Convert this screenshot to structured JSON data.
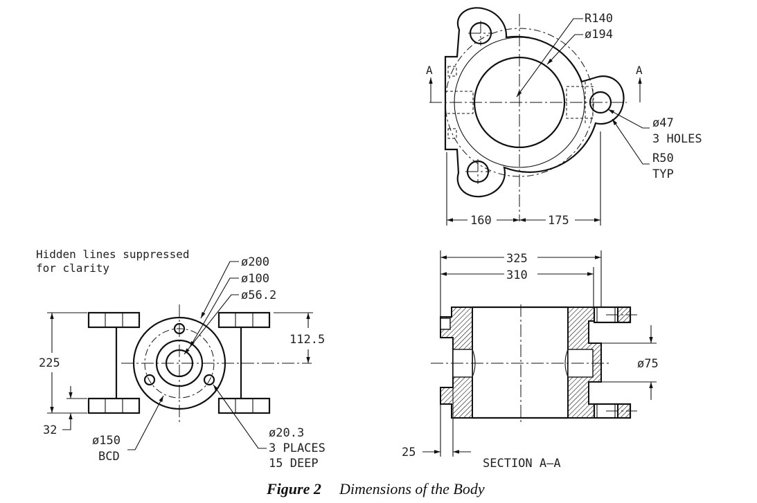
{
  "notes": {
    "hidden_lines_line1": "Hidden lines suppressed",
    "hidden_lines_line2": "for clarity"
  },
  "top_view": {
    "section_marker_left": "A",
    "section_marker_right": "A",
    "r140": "R140",
    "d194": "ø194",
    "d47_line1": "ø47",
    "d47_line2": "3 HOLES",
    "r50_line1": "R50",
    "r50_line2": "TYP",
    "dim_160": "160",
    "dim_175": "175"
  },
  "front_view": {
    "d200": "ø200",
    "d100": "ø100",
    "d56": "ø56.2",
    "dim_112_5": "112.5",
    "dim_225": "225",
    "dim_32": "32",
    "bcd_line1": "ø150",
    "bcd_line2": "BCD",
    "hole_line1": "ø20.3",
    "hole_line2": "3 PLACES",
    "hole_line3": "15 DEEP"
  },
  "section_view": {
    "dim_325": "325",
    "dim_310": "310",
    "d75": "ø75",
    "dim_25": "25",
    "title": "SECTION A—A"
  },
  "caption": {
    "label": "Figure 2",
    "text": "Dimensions of the Body"
  }
}
